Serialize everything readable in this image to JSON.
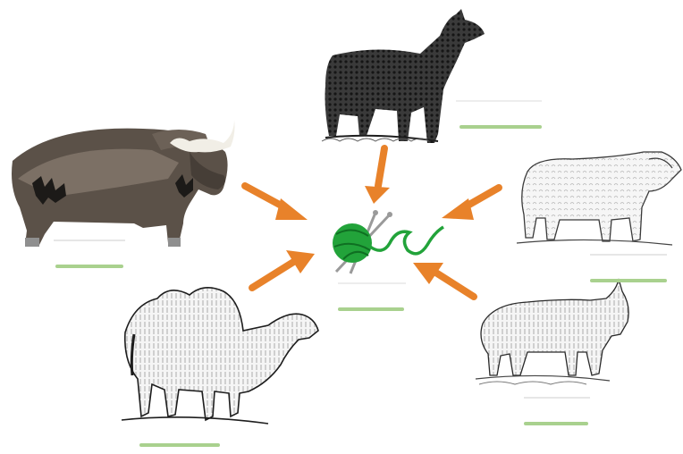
{
  "diagram": {
    "center": {
      "name": "yarn-ball",
      "yarn_color": "#22a33a",
      "needle_color": "#9a9a9a"
    },
    "animals": [
      {
        "id": "yak",
        "icon": "yak-icon",
        "style": "color"
      },
      {
        "id": "alpaca",
        "icon": "alpaca-icon",
        "style": "ink-sketch"
      },
      {
        "id": "sheep",
        "icon": "sheep-icon",
        "style": "ink-sketch"
      },
      {
        "id": "camel",
        "icon": "camel-icon",
        "style": "ink-sketch"
      },
      {
        "id": "mountain-goat",
        "icon": "mountain-goat-icon",
        "style": "ink-sketch"
      }
    ],
    "answer_blanks": 6,
    "colors": {
      "arrow": "#e8822a",
      "blank_line": "#a9d18e",
      "yak_body": "#5b5148",
      "yak_light": "#8a7e72",
      "ink": "#1d1d1d",
      "fleece": "#f3f3f3"
    }
  }
}
